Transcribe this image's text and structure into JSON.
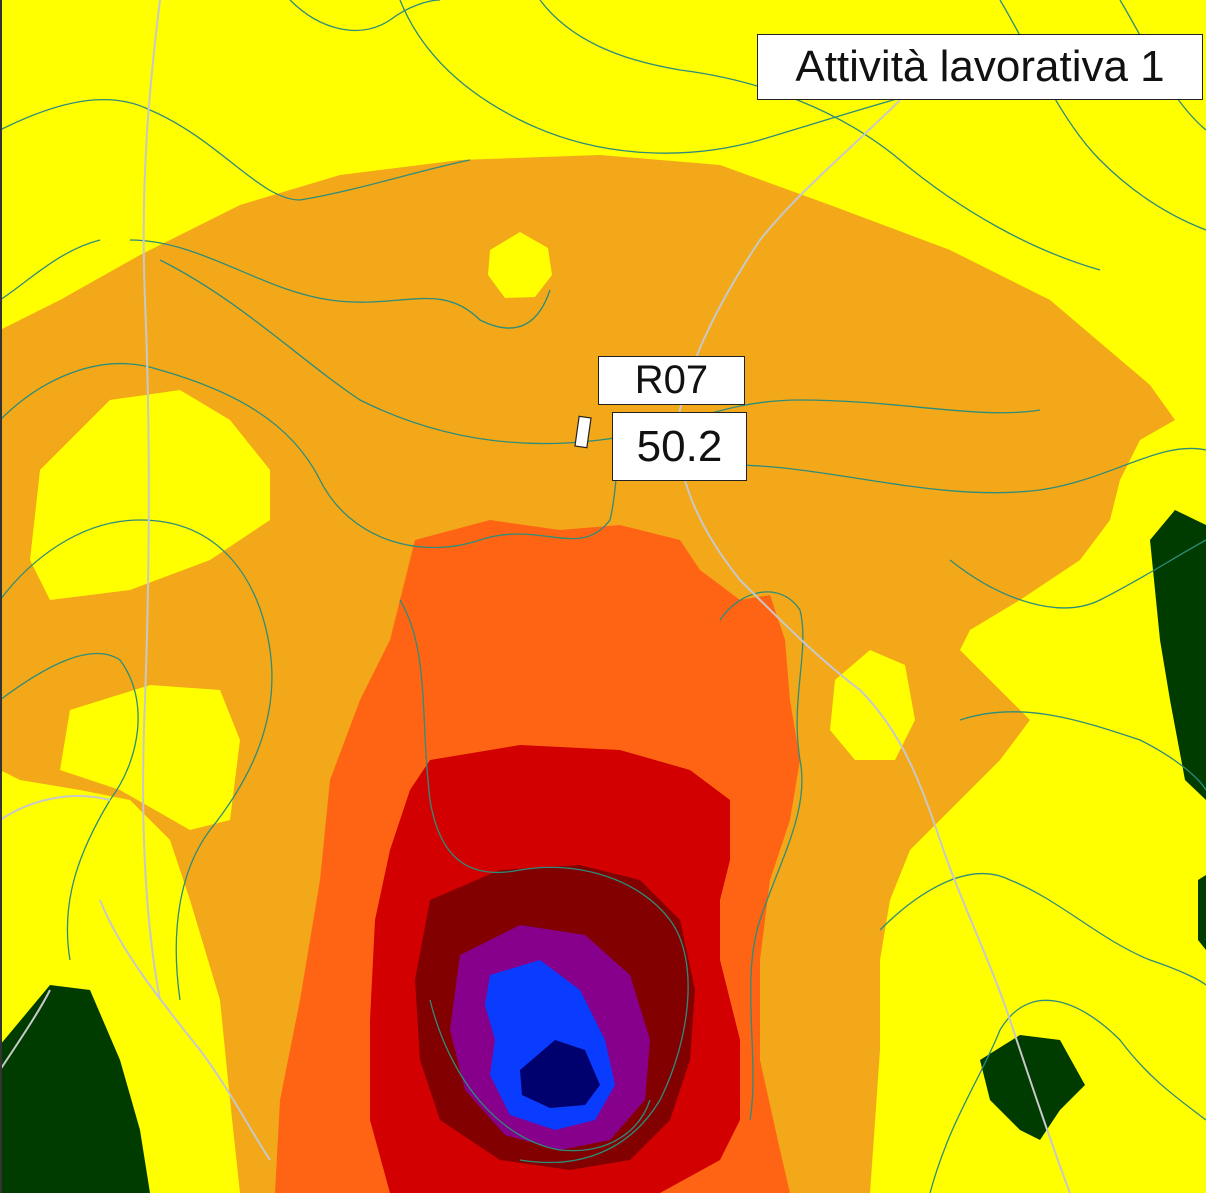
{
  "map": {
    "title": "Attività lavorativa 1",
    "receptor": {
      "id": "R07",
      "value": "50.2"
    },
    "colors": {
      "background": "#ffff00",
      "band_1": "#f2a819",
      "band_2": "#ff6414",
      "band_3": "#d20000",
      "band_4": "#820000",
      "band_5": "#87008c",
      "band_6": "#0a3cff",
      "band_7": "#00006e",
      "forest": "#003c00",
      "contour": "#2e8c7a",
      "road": "#c8c8c8"
    }
  }
}
